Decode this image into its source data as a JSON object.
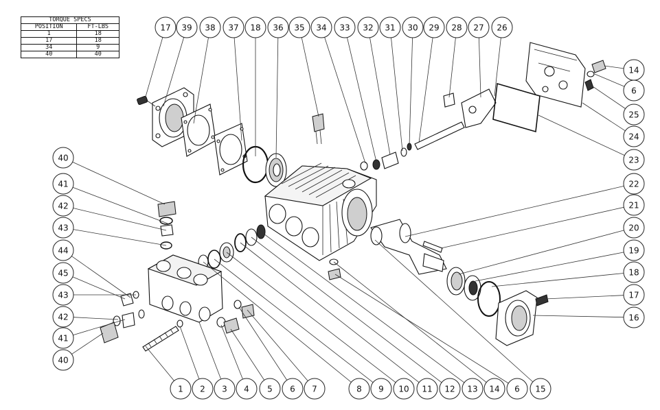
{
  "torque_table": {
    "title": "TORQUE SPECS",
    "headers": [
      "POSITION",
      "FT-LBS"
    ],
    "rows": [
      [
        "1",
        "18"
      ],
      [
        "17",
        "18"
      ],
      [
        "34",
        "9"
      ],
      [
        "40",
        "40"
      ]
    ]
  },
  "callouts": [
    {
      "label": "17"
    },
    {
      "label": "39"
    },
    {
      "label": "38"
    },
    {
      "label": "37"
    },
    {
      "label": "18"
    },
    {
      "label": "36"
    },
    {
      "label": "35"
    },
    {
      "label": "34"
    },
    {
      "label": "33"
    },
    {
      "label": "32"
    },
    {
      "label": "31"
    },
    {
      "label": "30"
    },
    {
      "label": "29"
    },
    {
      "label": "28"
    },
    {
      "label": "27"
    },
    {
      "label": "26"
    },
    {
      "label": "14"
    },
    {
      "label": "6"
    },
    {
      "label": "25"
    },
    {
      "label": "24"
    },
    {
      "label": "23"
    },
    {
      "label": "22"
    },
    {
      "label": "21"
    },
    {
      "label": "20"
    },
    {
      "label": "19"
    },
    {
      "label": "18"
    },
    {
      "label": "17"
    },
    {
      "label": "16"
    },
    {
      "label": "40"
    },
    {
      "label": "41"
    },
    {
      "label": "42"
    },
    {
      "label": "43"
    },
    {
      "label": "44"
    },
    {
      "label": "45"
    },
    {
      "label": "43"
    },
    {
      "label": "42"
    },
    {
      "label": "41"
    },
    {
      "label": "40"
    },
    {
      "label": "1"
    },
    {
      "label": "2"
    },
    {
      "label": "3"
    },
    {
      "label": "4"
    },
    {
      "label": "5"
    },
    {
      "label": "6"
    },
    {
      "label": "7"
    },
    {
      "label": "8"
    },
    {
      "label": "9"
    },
    {
      "label": "10"
    },
    {
      "label": "11"
    },
    {
      "label": "12"
    },
    {
      "label": "13"
    },
    {
      "label": "14"
    },
    {
      "label": "6"
    },
    {
      "label": "15"
    }
  ]
}
